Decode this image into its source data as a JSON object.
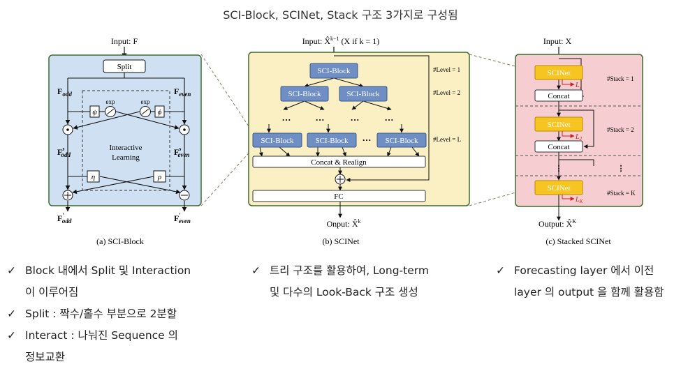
{
  "title": "SCI-Block, SCINet, Stack 구조 3가지로 구성됨",
  "panel_a": {
    "input": "Input: F",
    "split": "Split",
    "f_odd": "F",
    "f_odd_sub": "odd",
    "f_even": "F",
    "f_even_sub": "even",
    "exp": "exp",
    "psi": "ψ",
    "phi": "ϕ",
    "interactive": "Interactive",
    "learning": "Learning",
    "f_odd_s": "odd",
    "f_even_s": "even",
    "eta": "η",
    "rho": "ρ",
    "out_odd": "odd",
    "out_even": "even",
    "caption": "(a) SCI-Block"
  },
  "panel_b": {
    "input": "Input: X̂",
    "input_sup": "k−1",
    "input_rest": " (X if k = 1)",
    "block": "SCI-Block",
    "dots": "···",
    "level1": "#Level = 1",
    "level2": "#Level = 2",
    "levelL": "#Level = L",
    "concat": "Concat & Realign",
    "fc": "FC",
    "output": "Onput: X̂",
    "output_sup": "k",
    "caption": "(b) SCINet"
  },
  "panel_c": {
    "input": "Input: X",
    "scinet": "SCINet",
    "concat": "Concat",
    "l1": "L",
    "l1_sub": "1",
    "l2": "L",
    "l2_sub": "2",
    "lk": "L",
    "lk_sub": "K",
    "stack1": "#Stack = 1",
    "stack2": "#Stack = 2",
    "stackK": "#Stack = K",
    "output": "Output: X̂",
    "output_sup": "K",
    "caption": "(c) Stacked SCINet"
  },
  "notes": {
    "col1": [
      {
        "line1": "Block 내에서 Split 및 Interaction",
        "line2": "이 이루어짐"
      },
      {
        "line1": "Split : 짝수/홀수 부분으로 2분할",
        "line2": ""
      },
      {
        "line1": "Interact : 나눠진 Sequence 의",
        "line2": "정보교환"
      }
    ],
    "col2": [
      {
        "line1": "트리 구조를 활용하여, Long-term",
        "line2": "및 다수의 Look-Back 구조 생성"
      }
    ],
    "col3": [
      {
        "line1": "Forecasting layer 에서 이전",
        "line2": "layer 의 output 을 함께 활용함"
      }
    ]
  },
  "colors": {
    "panel_a_bg": "#cfe0f2",
    "panel_b_bg": "#fbefc4",
    "panel_c_bg": "#f6cdd0",
    "panel_border": "#3e6b2f",
    "sci_block": "#6f8fc4",
    "scinet_box": "#f7c522",
    "loss": "#cc1f1f"
  }
}
